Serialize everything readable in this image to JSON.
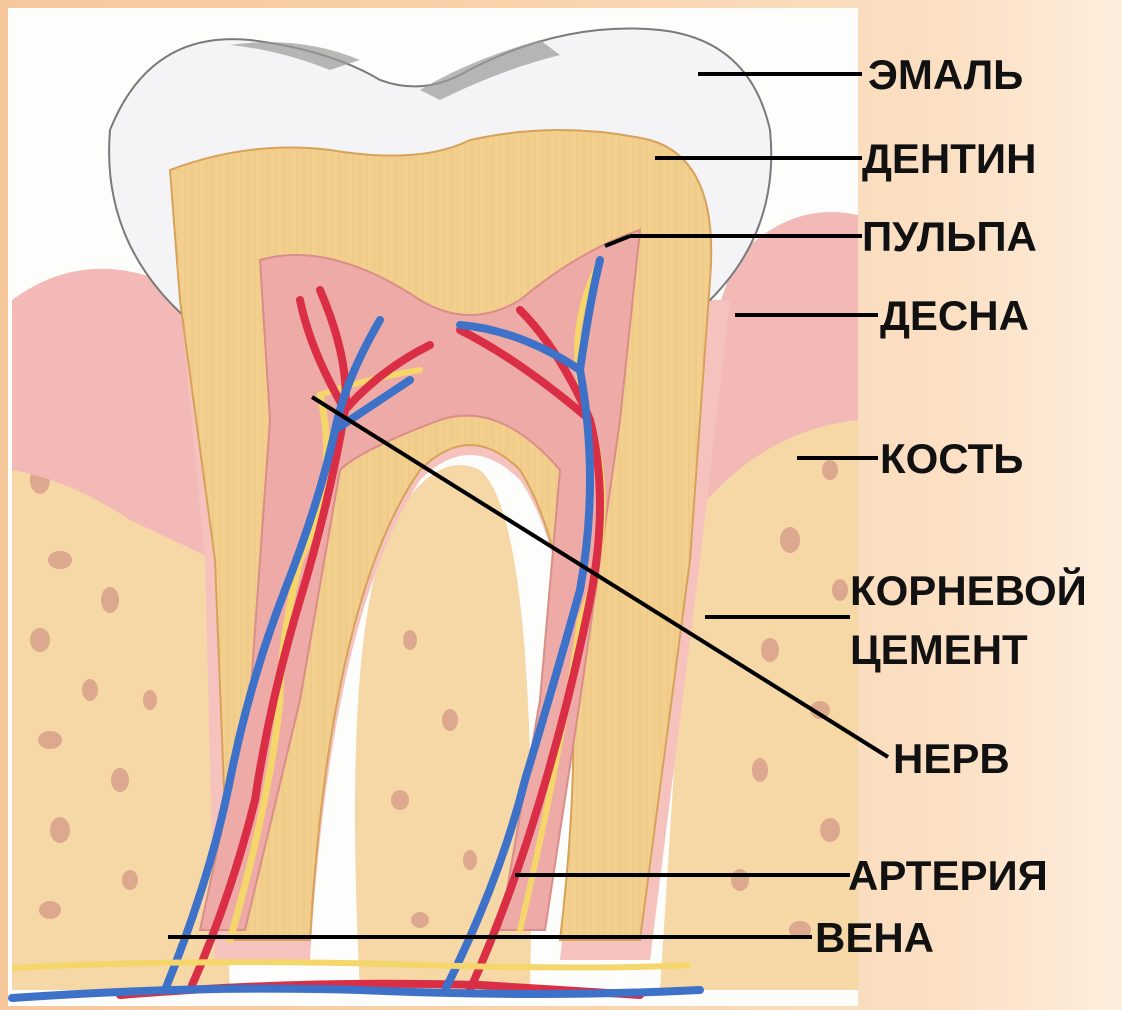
{
  "labels": {
    "enamel": "ЭМАЛЬ",
    "dentin": "ДЕНТИН",
    "pulp": "ПУЛЬПА",
    "gum": "ДЕСНА",
    "bone": "КОСТЬ",
    "cement_line1": "КОРНЕВОЙ",
    "cement_line2": "ЦЕМЕНТ",
    "nerve": "НЕРВ",
    "artery": "АРТЕРИЯ",
    "vein": "ВЕНА"
  },
  "colors": {
    "enamel": "#f4f4f6",
    "dentin": "#f3cf8e",
    "pulp": "#eeaaa6",
    "gum": "#f2b9b6",
    "bone": "#f6d7a6",
    "bone_spots": "#d8a08a",
    "artery": "#d92e45",
    "vein": "#3d72c8",
    "nerve": "#f4d66b"
  }
}
